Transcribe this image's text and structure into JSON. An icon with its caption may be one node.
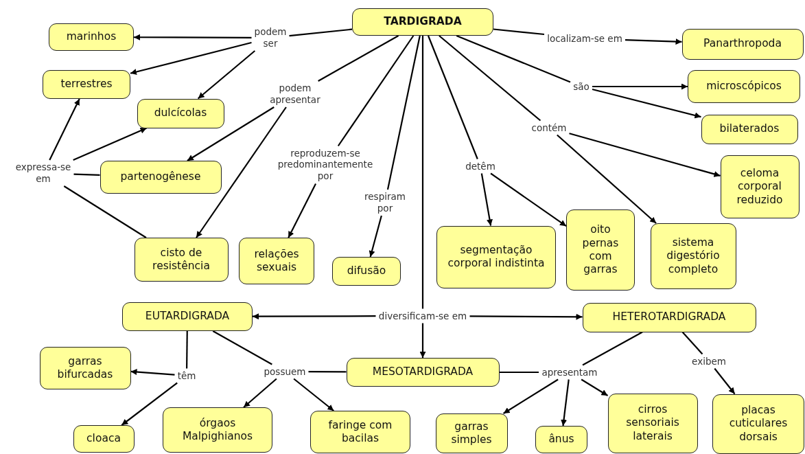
{
  "diagram": {
    "nodes": [
      {
        "text": [
          "TARDIGRADA"
        ]
      },
      {
        "text": [
          "podem ser"
        ]
      },
      {
        "text": [
          "marinhos"
        ]
      },
      {
        "text": [
          "terrestres"
        ]
      },
      {
        "text": [
          "dulcícolas"
        ]
      },
      {
        "text": [
          "podem apresentar"
        ]
      },
      {
        "text": [
          "partenogênese"
        ]
      },
      {
        "text": [
          "expressa-se em"
        ]
      },
      {
        "text": [
          "cisto de resistência"
        ]
      },
      {
        "text": [
          "reproduzem-se predominantemente por"
        ]
      },
      {
        "text": [
          "relações sexuais"
        ]
      },
      {
        "text": [
          "respiram por"
        ]
      },
      {
        "text": [
          "difusão"
        ]
      },
      {
        "text": [
          "detêm"
        ]
      },
      {
        "text": [
          "segmentação corporal indistinta"
        ]
      },
      {
        "text": [
          "oito pernas com garras"
        ]
      },
      {
        "text": [
          "contém"
        ]
      },
      {
        "text": [
          "sistema digestório completo"
        ]
      },
      {
        "text": [
          "celoma corporal reduzido"
        ]
      },
      {
        "text": [
          "localizam-se em"
        ]
      },
      {
        "text": [
          "Panarthropoda"
        ]
      },
      {
        "text": [
          "são"
        ]
      },
      {
        "text": [
          "microscópicos"
        ]
      },
      {
        "text": [
          "bilaterados"
        ]
      },
      {
        "text": [
          "diversificam-se em"
        ]
      },
      {
        "text": [
          "EUTARDIGRADA"
        ]
      },
      {
        "text": [
          "HETEROTARDIGRADA"
        ]
      },
      {
        "text": [
          "MESOTARDIGRADA"
        ]
      },
      {
        "text": [
          "têm"
        ]
      },
      {
        "text": [
          "garras bifurcadas"
        ]
      },
      {
        "text": [
          "cloaca"
        ]
      },
      {
        "text": [
          "possuem"
        ]
      },
      {
        "text": [
          "órgaos Malpighianos"
        ]
      },
      {
        "text": [
          "faringe com bacilas"
        ]
      },
      {
        "text": [
          "apresentam"
        ]
      },
      {
        "text": [
          "garras simples"
        ]
      },
      {
        "text": [
          "ânus"
        ]
      },
      {
        "text": [
          "cirros sensoriais laterais"
        ]
      },
      {
        "text": [
          "exibem"
        ]
      },
      {
        "text": [
          "placas cuticulares dorsais"
        ]
      }
    ],
    "edges": [
      {
        "from": 0,
        "to": 1,
        "arrow": "none"
      },
      {
        "from": 1,
        "to": 2,
        "arrow": "to"
      },
      {
        "from": 1,
        "to": 3,
        "arrow": "to"
      },
      {
        "from": 1,
        "to": 4,
        "arrow": "to"
      },
      {
        "from": 0,
        "to": 5,
        "arrow": "none"
      },
      {
        "from": 5,
        "to": 6,
        "arrow": "to"
      },
      {
        "from": 5,
        "to": 8,
        "arrow": "to"
      },
      {
        "from": 6,
        "to": 7,
        "arrow": "none"
      },
      {
        "from": 8,
        "to": 7,
        "arrow": "none"
      },
      {
        "from": 7,
        "to": 3,
        "arrow": "to"
      },
      {
        "from": 7,
        "to": 4,
        "arrow": "to"
      },
      {
        "from": 0,
        "to": 9,
        "arrow": "none"
      },
      {
        "from": 9,
        "to": 10,
        "arrow": "to"
      },
      {
        "from": 0,
        "to": 11,
        "arrow": "none"
      },
      {
        "from": 11,
        "to": 12,
        "arrow": "to"
      },
      {
        "from": 0,
        "to": 13,
        "arrow": "none"
      },
      {
        "from": 13,
        "to": 14,
        "arrow": "to"
      },
      {
        "from": 13,
        "to": 15,
        "arrow": "to"
      },
      {
        "from": 0,
        "to": 16,
        "arrow": "none"
      },
      {
        "from": 16,
        "to": 18,
        "arrow": "to"
      },
      {
        "from": 16,
        "to": 17,
        "arrow": "to"
      },
      {
        "from": 0,
        "to": 19,
        "arrow": "none"
      },
      {
        "from": 19,
        "to": 20,
        "arrow": "to"
      },
      {
        "from": 0,
        "to": 21,
        "arrow": "none"
      },
      {
        "from": 21,
        "to": 22,
        "arrow": "to"
      },
      {
        "from": 21,
        "to": 23,
        "arrow": "to"
      },
      {
        "from": 0,
        "to": 24,
        "arrow": "none"
      },
      {
        "from": 24,
        "to": 25,
        "arrow": "to"
      },
      {
        "from": 24,
        "to": 26,
        "arrow": "to"
      },
      {
        "from": 24,
        "to": 27,
        "arrow": "to"
      },
      {
        "from": 25,
        "to": 28,
        "arrow": "none"
      },
      {
        "from": 28,
        "to": 29,
        "arrow": "to"
      },
      {
        "from": 28,
        "to": 30,
        "arrow": "to"
      },
      {
        "from": 25,
        "to": 31,
        "arrow": "none"
      },
      {
        "from": 27,
        "to": 31,
        "arrow": "none"
      },
      {
        "from": 31,
        "to": 32,
        "arrow": "to"
      },
      {
        "from": 31,
        "to": 33,
        "arrow": "to"
      },
      {
        "from": 27,
        "to": 34,
        "arrow": "none"
      },
      {
        "from": 26,
        "to": 34,
        "arrow": "none"
      },
      {
        "from": 34,
        "to": 35,
        "arrow": "to"
      },
      {
        "from": 34,
        "to": 36,
        "arrow": "to"
      },
      {
        "from": 34,
        "to": 37,
        "arrow": "to"
      },
      {
        "from": 26,
        "to": 38,
        "arrow": "none"
      },
      {
        "from": 38,
        "to": 39,
        "arrow": "to"
      }
    ]
  }
}
